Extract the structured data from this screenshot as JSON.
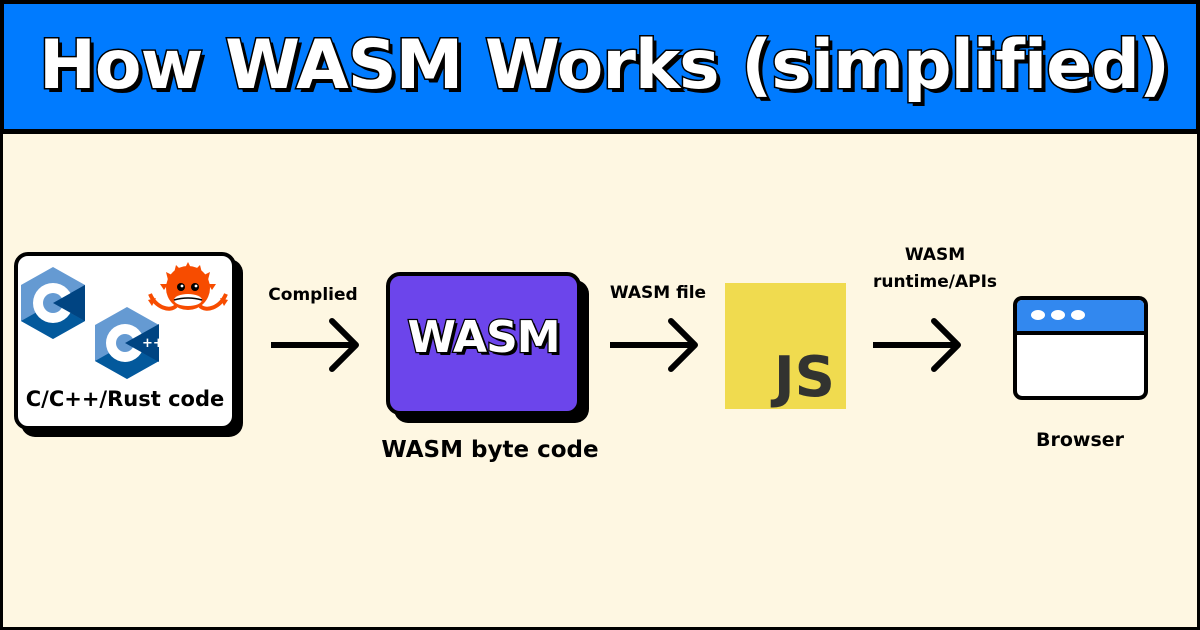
{
  "header": {
    "title": "How WASM Works (simplified)",
    "background_color": "#007bff"
  },
  "canvas": {
    "background_color": "#fef7e2"
  },
  "steps": [
    {
      "id": "source",
      "label": "C/C++/Rust code",
      "icons": [
        "c-language-icon",
        "cpp-language-icon",
        "rust-ferris-crab-icon"
      ],
      "badge_text": "++"
    },
    {
      "id": "wasm",
      "box_text": "WASM",
      "caption": "WASM byte code",
      "color": "#6c45eb"
    },
    {
      "id": "javascript",
      "box_text": "JS",
      "color": "#f0db4f"
    },
    {
      "id": "browser",
      "label": "Browser",
      "bar_color": "#3288ef"
    }
  ],
  "arrows": [
    {
      "label": "Complied"
    },
    {
      "label": "WASM file"
    },
    {
      "label_line1": "WASM",
      "label_line2": "runtime/APIs"
    }
  ]
}
